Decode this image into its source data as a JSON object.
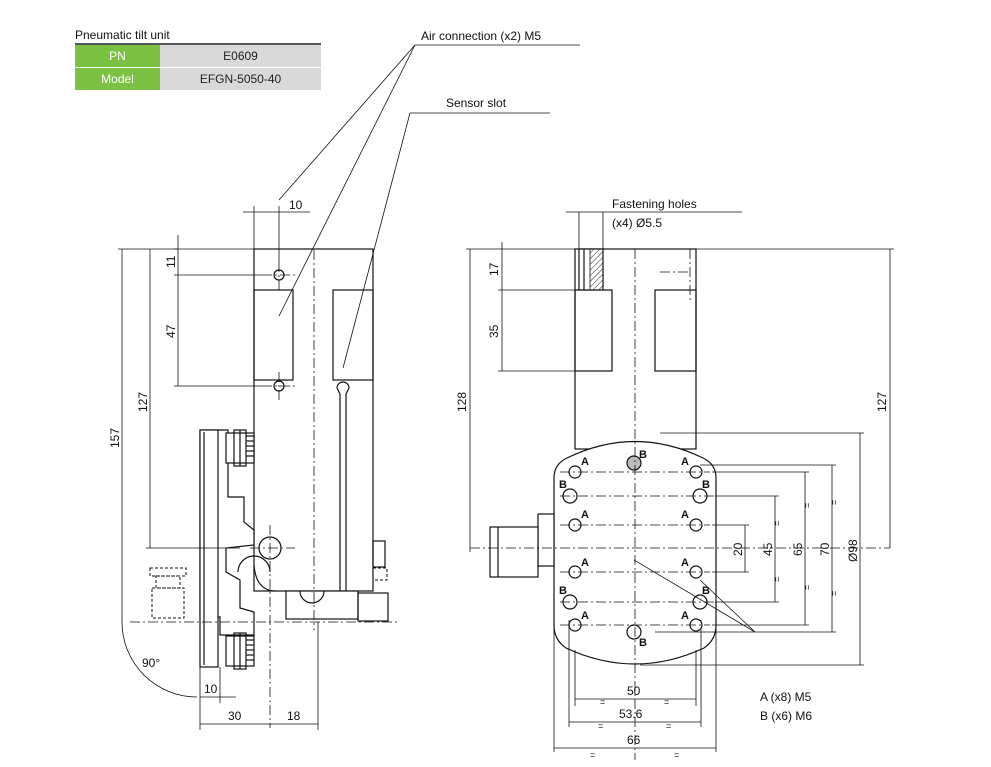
{
  "info": {
    "title": "Pneumatic tilt unit",
    "rows": [
      {
        "key": "PN",
        "value": "E0609"
      },
      {
        "key": "Model",
        "value": "EFGN-5050-40"
      }
    ]
  },
  "callouts": {
    "air_connection": "Air connection (x2) M5",
    "sensor_slot": "Sensor slot",
    "fastening_holes": "Fastening holes",
    "fastening_holes_spec": "(x4) Ø5.5"
  },
  "dimensions": {
    "d10_top": "10",
    "d11": "11",
    "d47": "47",
    "d127_left": "127",
    "d157": "157",
    "d90": "90°",
    "d10_bottom": "10",
    "d30": "30",
    "d18": "18",
    "d17": "17",
    "d35": "35",
    "d128": "128",
    "d127_right": "127",
    "d20": "20",
    "d45": "45",
    "d65": "65",
    "d70": "70",
    "d98": "Ø98",
    "d50": "50",
    "d53_6": "53.6",
    "d66": "66",
    "equal_mark": "="
  },
  "hole_labels": {
    "a": "A",
    "b": "B"
  },
  "legend": {
    "a_spec": "A (x8) M5",
    "b_spec": "B (x6) M6"
  }
}
